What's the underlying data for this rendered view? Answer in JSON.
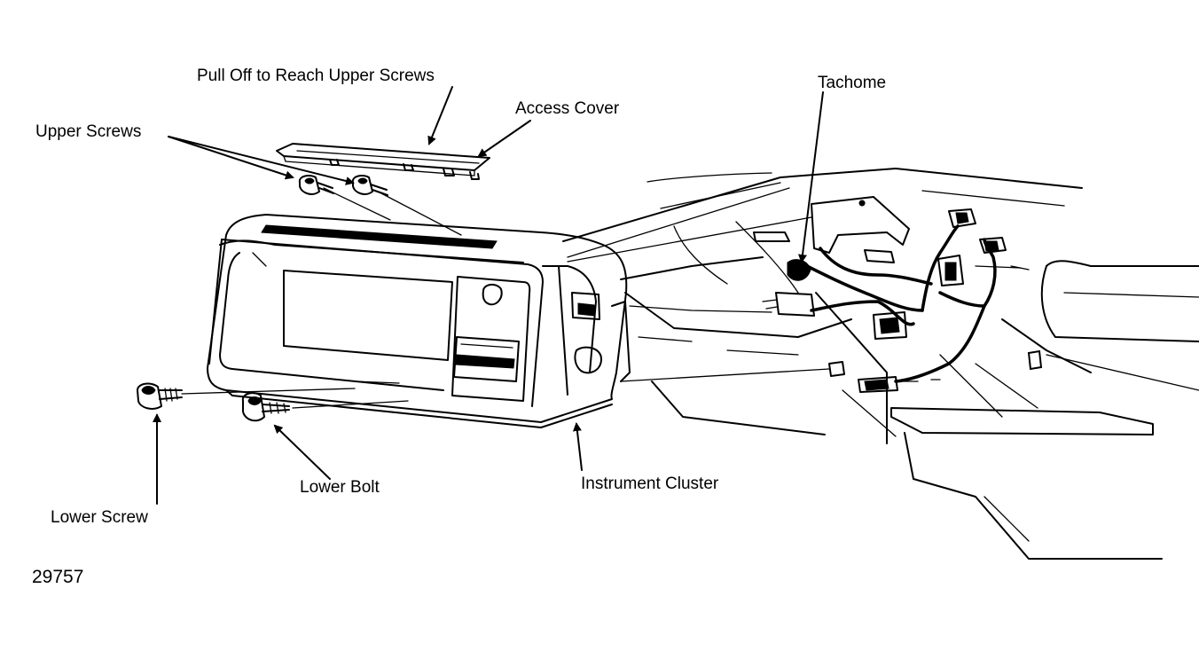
{
  "labels": {
    "pull_off": "Pull Off to Reach Upper Screws",
    "access_cover": "Access Cover",
    "upper_screws": "Upper Screws",
    "tachome": "Tachome",
    "lower_bolt": "Lower Bolt",
    "instrument_cluster": "Instrument Cluster",
    "lower_screw": "Lower Screw",
    "figure_number": "29757"
  },
  "colors": {
    "ink": "#000000",
    "paper": "#ffffff"
  }
}
